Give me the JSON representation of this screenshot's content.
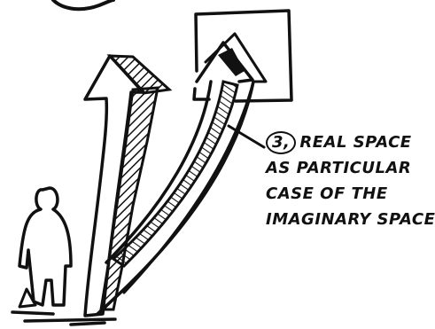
{
  "caption": {
    "number": "3,",
    "lines": [
      "REAL SPACE",
      "AS PARTICULAR",
      "CASE OF THE",
      "IMAGINARY SPACE,"
    ]
  },
  "colors": {
    "ink": "#111111",
    "paper": "#ffffff"
  }
}
